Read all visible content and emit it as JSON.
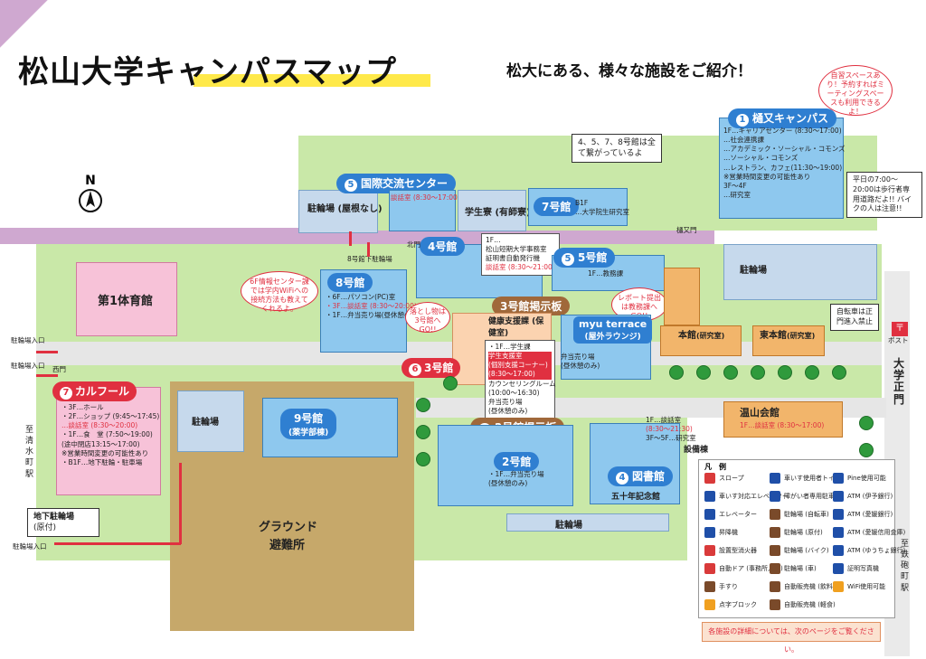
{
  "title": "松山大学キャンパスマップ",
  "subtitle": "松大にある、様々な施設をご紹介！",
  "north": "N",
  "callouts": {
    "top_right": "自習スペースあり！予約すればミーティングスペースも利用できるよ！",
    "wifi": "6F情報センター課では学内WiFiへの接続方法も教えてくれるよ。",
    "lost": "落とし物は3号館へGO!!",
    "report": "レポート提出は教務課へGO!!"
  },
  "notes": {
    "buildings_connected": "4、5、7、8号館は全て繋がっているよ",
    "pedestrian": "平日の7:00～20:00は歩行者専用道路だよ!! バイクの人は注意!!",
    "no_bicycle": "自転車は正門進入禁止"
  },
  "buildings": {
    "kashimata": {
      "num": "1",
      "name": "樋又キャンパス",
      "lines": [
        "1F…キャリアセンター (8:30～17:00)",
        "…社会連携課",
        "…アカデミック・ソーシャル・コモンズ",
        "…ソーシャル・コモンズ",
        "…レストラン、カフェ(11:30～19:00)",
        "※営業時間変更の可能性あり",
        "3F～4F",
        "…研究室"
      ]
    },
    "kokusai": {
      "num": "5",
      "name": "国際交流センター",
      "extra": "談話室 (8:30～17:00)"
    },
    "parking_roof": "駐輪場 (屋根なし)",
    "gakuseiryo": "学生寮 (有師寮)",
    "bldg7": {
      "name": "7号館",
      "info": [
        "B1F",
        "…大学院生研究室"
      ]
    },
    "bldg4": {
      "name": "4号館",
      "info": [
        "1F…",
        "松山短期大学事務室",
        "証明書自動発行機",
        "談話室 (8:30～21:00)"
      ]
    },
    "bldg5": {
      "num": "5",
      "name": "5号館",
      "info": "1F…教務課"
    },
    "parking_right": "駐輪場",
    "bldg8": {
      "name": "8号館",
      "info": [
        "・6F…パソコン(PC)室",
        "・3F…談話室 (8:30～20:00)",
        "・1F…弁当売り場(昼休憩のみ)"
      ]
    },
    "b1_parking": "8号館下駐輪場",
    "gym": "第1体育館",
    "board3": "3号館掲示板",
    "kenko": "健康支援課 (保健室)",
    "myu": {
      "name": "myu terrace",
      "sub": "(屋外ラウンジ)"
    },
    "honkan": "本館",
    "honkan_sub": "(研究室)",
    "higashi": "東本館",
    "higashi_sub": "(研究室)",
    "bldg3": {
      "num": "6",
      "name": "3号館",
      "info": [
        "・1F…学生課",
        "学生支援室",
        "(個別支援コーナー)",
        "(8:30～17:00)",
        "カウンセリングルーム",
        "(10:00～16:30)",
        "弁当売り場",
        "(昼休憩のみ)"
      ]
    },
    "bento": [
      "弁当売り場",
      "(昼休憩のみ)"
    ],
    "karufuru": {
      "num": "7",
      "name": "カルフール",
      "info": [
        "・3F…ホール",
        "・2F…ショップ (9:45～17:45)",
        "…談話室 (8:30～20:00)",
        "・1F…食　堂 (7:50～19:00)",
        "(途中閉店13:15～17:00)",
        "※営業時間変更の可能性あり",
        "・B1F…地下駐輪・駐車場"
      ]
    },
    "parking_mid": "駐輪場",
    "bldg9": {
      "name": "9号館",
      "sub": "(薬学部棟)"
    },
    "board2": "2号館掲示板",
    "bldg2": {
      "name": "2号館",
      "info": [
        "・1F…弁当売り場",
        "(昼休憩のみ)"
      ]
    },
    "library": {
      "num": "4",
      "name": "図書館",
      "info": [
        "1F…談話室",
        "(8:30～21:30)",
        "3F～5F…研究室"
      ]
    },
    "setsubi": "設備棟",
    "gojunen": "五十年記念館",
    "onzan": {
      "name": "温山会館",
      "info": "1F…談話室 (8:30～17:00)"
    },
    "ground": "グラウンド",
    "hinan": "避難所",
    "parking_bottom": "駐輪場",
    "underground": "地下駐輪場",
    "underground_sub": "(原付)"
  },
  "map_labels": {
    "seimon": "大学正門",
    "post": "ポスト",
    "kashimata_gate": "樋又門",
    "to_kiyomizu": "至清水町駅",
    "to_tetsubo": "至鉄砲町駅",
    "entrance1": "駐輪場入口",
    "entrance2": "駐輪場入口",
    "entrance3": "駐輪場入口",
    "kitamon": "北門",
    "nishimon": "西門"
  },
  "legend": {
    "title": "凡　例",
    "items": [
      {
        "icon": "slope-icon",
        "label": "スロープ",
        "color": "#d93a3a"
      },
      {
        "icon": "wheelchair-elevator-icon",
        "label": "車いす対応エレベーター",
        "color": "#1f4fa8"
      },
      {
        "icon": "elevator-icon",
        "label": "エレベーター",
        "color": "#1f4fa8"
      },
      {
        "icon": "stairs-icon",
        "label": "昇降機",
        "color": "#1f4fa8"
      },
      {
        "icon": "aed-icon",
        "label": "設置型消火器",
        "color": "#d93a3a"
      },
      {
        "icon": "door-icon",
        "label": "自動ドア (事務所入口)",
        "color": "#d93a3a"
      },
      {
        "icon": "handrail-icon",
        "label": "手すり",
        "color": "#7a4a2a"
      },
      {
        "icon": "braille-icon",
        "label": "点字ブロック",
        "color": "#f0a020"
      },
      {
        "icon": "accessible-toilet-icon",
        "label": "車いす使用者トイレ",
        "color": "#1f4fa8"
      },
      {
        "icon": "disabled-parking-icon",
        "label": "障がい者専用駐車場",
        "color": "#1f4fa8"
      },
      {
        "icon": "bicycle-parking-icon",
        "label": "駐輪場 (自転車)",
        "color": "#7a4a2a"
      },
      {
        "icon": "scooter-parking-icon",
        "label": "駐輪場 (原付)",
        "color": "#7a4a2a"
      },
      {
        "icon": "bike-parking-icon",
        "label": "駐輪場 (バイク)",
        "color": "#7a4a2a"
      },
      {
        "icon": "car-parking-icon",
        "label": "駐輪場 (車)",
        "color": "#7a4a2a"
      },
      {
        "icon": "vending-drink-icon",
        "label": "自動販売機 (飲料)",
        "color": "#7a4a2a"
      },
      {
        "icon": "vending-food-icon",
        "label": "自動販売機 (軽食)",
        "color": "#7a4a2a"
      },
      {
        "icon": "pine-icon",
        "label": "Pine使用可能",
        "color": "#1f4fa8"
      },
      {
        "icon": "atm-iyo-icon",
        "label": "ATM (伊予銀行)",
        "color": "#1f4fa8"
      },
      {
        "icon": "atm-ehime-icon",
        "label": "ATM (愛媛銀行)",
        "color": "#1f4fa8"
      },
      {
        "icon": "atm-shinkin-icon",
        "label": "ATM (愛媛信用金庫)",
        "color": "#1f4fa8"
      },
      {
        "icon": "atm-yucho-icon",
        "label": "ATM (ゆうちょ銀行)",
        "color": "#1f4fa8"
      },
      {
        "icon": "certificate-icon",
        "label": "証明写真機",
        "color": "#1f4fa8"
      },
      {
        "icon": "wifi-icon",
        "label": "WiFi使用可能",
        "color": "#f0a020"
      }
    ],
    "footer": "各施設の詳細については、次のページをご覧ください。"
  },
  "colors": {
    "building": "#8ec8ee",
    "accent_red": "#e03040",
    "accent_brown": "#a0683a",
    "path_purple": "#c9a0c6"
  }
}
